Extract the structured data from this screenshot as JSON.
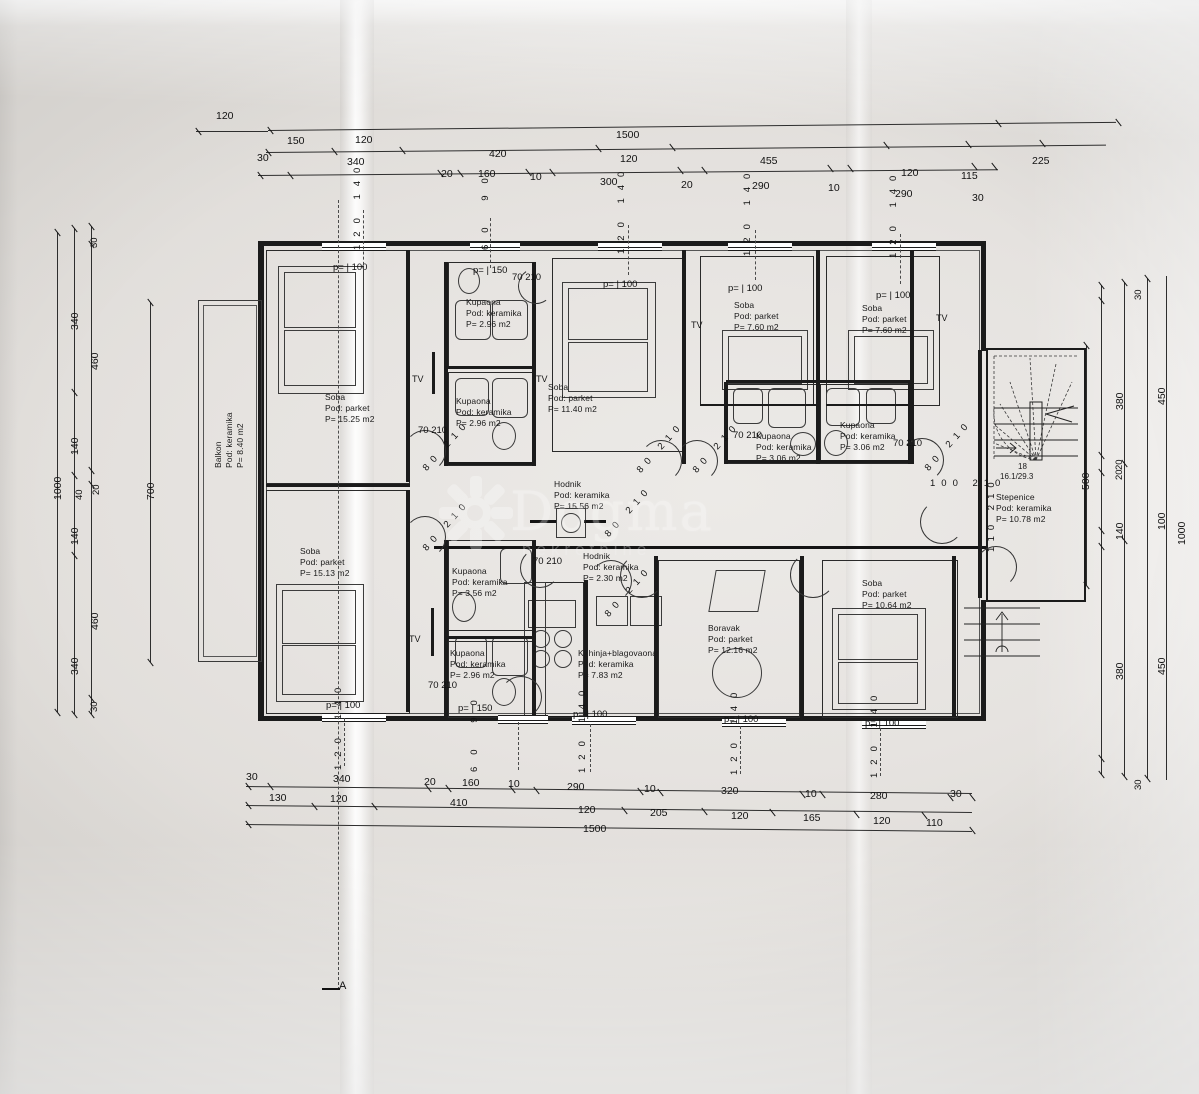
{
  "document": {
    "type": "architectural-floor-plan",
    "watermark_text": "Dogma",
    "watermark_subtext": "nekretnine",
    "section_marker": "A"
  },
  "rooms": [
    {
      "id": "balkon",
      "name": "Balkon",
      "floor_label": "Pod: keramika",
      "area_label": "P=  8.40 m2",
      "vertical": true
    },
    {
      "id": "soba-1525",
      "name": "Soba",
      "floor_label": "Pod: parket",
      "area_label": "P=   15.25 m2"
    },
    {
      "id": "soba-1513",
      "name": "Soba",
      "floor_label": "Pod: parket",
      "area_label": "P=   15.13 m2"
    },
    {
      "id": "kupaona-296a",
      "name": "Kupaona",
      "floor_label": "Pod: keramika",
      "area_label": "P=   2.96 m2"
    },
    {
      "id": "kupaona-296b",
      "name": "Kupaona",
      "floor_label": "Pod: keramika",
      "area_label": "P=  2.96 m2"
    },
    {
      "id": "kupaona-296c",
      "name": "Kupaona",
      "floor_label": "Pod: keramika",
      "area_label": "P=   2.96 m2"
    },
    {
      "id": "kupaona-356",
      "name": "Kupaona",
      "floor_label": "Pod: keramika",
      "area_label": "P=   3.56 m2"
    },
    {
      "id": "soba-1140",
      "name": "Soba",
      "floor_label": "Pod: parket",
      "area_label": "P=   11.40 m2"
    },
    {
      "id": "soba-760a",
      "name": "Soba",
      "floor_label": "Pod: parket",
      "area_label": "P=   7.60 m2"
    },
    {
      "id": "soba-760b",
      "name": "Soba",
      "floor_label": "Pod: parket",
      "area_label": "P=   7.60 m2"
    },
    {
      "id": "kupaona-306a",
      "name": "Kupaona",
      "floor_label": "Pod: keramika",
      "area_label": "P=   3.06 m2"
    },
    {
      "id": "kupaona-306b",
      "name": "Kupaona",
      "floor_label": "Pod: keramika",
      "area_label": "P=   3.06 m2"
    },
    {
      "id": "hodnik-1556",
      "name": "Hodnik",
      "floor_label": "Pod: keramika",
      "area_label": "P=   15.56 m2"
    },
    {
      "id": "hodnik-230",
      "name": "Hodnik",
      "floor_label": "Pod: keramika",
      "area_label": "P=   2.30 m2"
    },
    {
      "id": "kuhinja",
      "name": "Kuhinja+blagovaona",
      "floor_label": "Pod: keramika",
      "area_label": "P=   7.83 m2"
    },
    {
      "id": "boravak",
      "name": "Boravak",
      "floor_label": "Pod: parket",
      "area_label": "P=   12.16 m2"
    },
    {
      "id": "soba-1064",
      "name": "Soba",
      "floor_label": "Pod: parket",
      "area_label": "P=   10.64 m2"
    },
    {
      "id": "stepenice",
      "name": "Stepenice",
      "floor_label": "Pod: keramika",
      "area_label": "P=   10.78 m2"
    }
  ],
  "stairs": {
    "count": "18",
    "riser_tread": "16.1/29.3"
  },
  "top_dimensions": {
    "row1": [
      "120",
      "1500",
      "225"
    ],
    "row2": [
      "150",
      "120",
      "420",
      "120",
      "455",
      "120",
      "115"
    ],
    "row3": [
      "30",
      "340",
      "20",
      "160",
      "10",
      "300",
      "20",
      "290",
      "10",
      "290",
      "30"
    ]
  },
  "bottom_dimensions": {
    "row1": [
      "30",
      "340",
      "20",
      "160",
      "10",
      "290",
      "10",
      "320",
      "10",
      "280",
      "30"
    ],
    "row2": [
      "130",
      "120",
      "410",
      "120",
      "205",
      "120",
      "165",
      "120",
      "110"
    ],
    "row3": [
      "1500"
    ]
  },
  "left_dimensions": {
    "row_outer": [
      "1000"
    ],
    "row_mid": [
      "340",
      "140",
      "140",
      "340"
    ],
    "row_inner": [
      "30",
      "460",
      "40",
      "20",
      "460",
      "30"
    ],
    "row_extra": [
      "700"
    ]
  },
  "right_dimensions": {
    "row_inner": [
      "30",
      "380",
      "20",
      "140",
      "20",
      "380",
      "30"
    ],
    "row_mid": [
      "450",
      "100",
      "450"
    ],
    "row_outer": [
      "1000"
    ],
    "row_core": [
      "500"
    ]
  },
  "openings": {
    "windows_top": [
      "p= | 100",
      "p= | 150",
      "p= | 100",
      "p= | 100",
      "p= | 100"
    ],
    "windows_bottom": [
      "p= | 100",
      "p= | 150",
      "p= | 100",
      "p= | 100",
      "p= | 100"
    ],
    "window_sizes_top": [
      "120 140",
      "60 90",
      "120 140",
      "120 140",
      "120 140"
    ],
    "window_sizes_bottom": [
      "120 140",
      "60 90",
      "120 140",
      "120 140",
      "120 140"
    ],
    "doors": [
      "70 210",
      "80 210",
      "110 210",
      "100 210"
    ]
  },
  "marks": {
    "tv": "TV",
    "p_eq": "p="
  }
}
